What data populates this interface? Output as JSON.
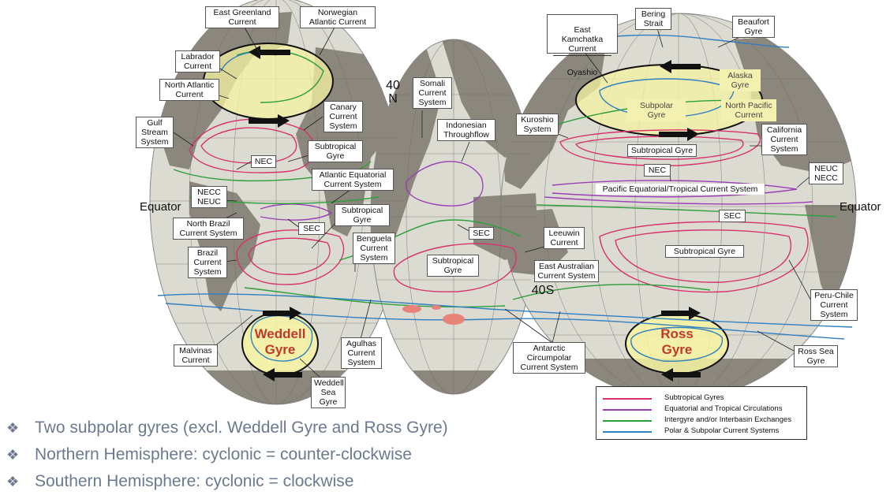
{
  "labels": {
    "east_greenland": "East Greenland\nCurrent",
    "norwegian": "Norwegian\nAtlantic Current",
    "labrador": "Labrador\nCurrent",
    "north_atlantic": "North Atlantic\nCurrent",
    "canary": "Canary\nCurrent\nSystem",
    "gulf_stream": "Gulf\nStream\nSystem",
    "subtropical_gyre_na": "Subtropical\nGyre",
    "nec_atl": "NEC",
    "atlantic_equatorial": "Atlantic Equatorial\nCurrent System",
    "necc_neuc_atl": "NECC\nNEUC",
    "north_brazil": "North Brazil\nCurrent System",
    "sec_atl": "SEC",
    "subtropical_gyre_sa": "Subtropical\nGyre",
    "benguela": "Benguela\nCurrent\nSystem",
    "brazil": "Brazil\nCurrent\nSystem",
    "somali": "Somali\nCurrent\nSystem",
    "indonesian": "Indonesian\nThroughflow",
    "sec_ind": "SEC",
    "subtropical_gyre_ind": "Subtropical\nGyre",
    "leeuwin": "Leeuwin\nCurrent",
    "east_australian": "East Australian\nCurrent System",
    "kuroshio": "Kuroshio\nSystem",
    "east_kamchatka": "East Kamchatka\nCurrent",
    "oyashio": "Oyashio",
    "bering": "Bering\nStrait",
    "beaufort": "Beaufort\nGyre",
    "alaska_gyre": "Alaska\nGyre",
    "subpolar_gyre": "Subpolar Gyre",
    "north_pacific": "North Pacific\nCurrent",
    "california": "California\nCurrent\nSystem",
    "subtropical_gyre_np": "Subtropical Gyre",
    "nec_pac": "NEC",
    "neuc_necc_pac": "NEUC\nNECC",
    "pacific_equatorial": "Pacific Equatorial/Tropical Current System",
    "sec_pac": "SEC",
    "subtropical_gyre_sp": "Subtropical Gyre",
    "peru_chile": "Peru-Chile\nCurrent\nSystem",
    "malvinas": "Malvinas\nCurrent",
    "weddell_sea": "Weddell\nSea\nGyre",
    "agulhas": "Agulhas\nCurrent\nSystem",
    "acc": "Antarctic\nCircumpolar\nCurrent System",
    "ross_sea": "Ross Sea\nGyre"
  },
  "markers": {
    "equator_left": "Equator",
    "equator_right": "Equator",
    "lat_40n": "40\nN",
    "lat_40s": "40S",
    "weddell_gyre": "Weddell\nGyre",
    "ross_gyre": "Ross\nGyre"
  },
  "legend": [
    {
      "label": "Subtropical Gyres",
      "color": "#d6336c"
    },
    {
      "label": "Equatorial and Tropical Circulations",
      "color": "#9b3fb5"
    },
    {
      "label": "Intergyre and/or Interbasin Exchanges",
      "color": "#2e9e3a"
    },
    {
      "label": "Polar & Subpolar Current Systems",
      "color": "#2f7fc1"
    }
  ],
  "bullets": [
    "Two subpolar gyres (excl. Weddell Gyre and Ross Gyre)",
    "Northern Hemisphere: cyclonic = counter-clockwise",
    "Southern Hemisphere: cyclonic = clockwise"
  ],
  "bullet_icon": "four-diamond-bullet-icon"
}
